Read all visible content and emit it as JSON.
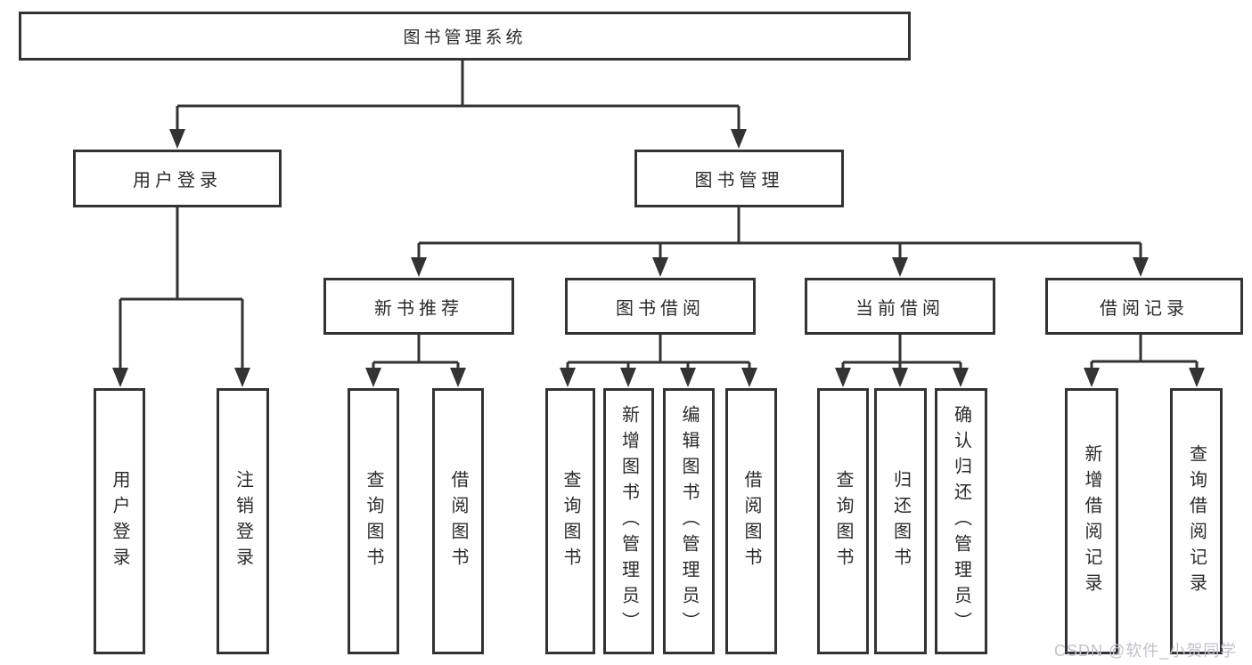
{
  "diagram": {
    "root": {
      "label": "图书管理系统"
    },
    "branches": [
      {
        "label": "用户登录",
        "children": [
          {
            "label": "用户登录"
          },
          {
            "label": "注销登录"
          }
        ]
      },
      {
        "label": "图书管理",
        "children": [
          {
            "label": "新书推荐",
            "children": [
              {
                "label": "查询图书"
              },
              {
                "label": "借阅图书"
              }
            ]
          },
          {
            "label": "图书借阅",
            "children": [
              {
                "label": "查询图书"
              },
              {
                "label": "新增图书（管理员）"
              },
              {
                "label": "编辑图书（管理员）"
              },
              {
                "label": "借阅图书"
              }
            ]
          },
          {
            "label": "当前借阅",
            "children": [
              {
                "label": "查询图书"
              },
              {
                "label": "归还图书"
              },
              {
                "label": "确认归还（管理员）"
              }
            ]
          },
          {
            "label": "借阅记录",
            "children": [
              {
                "label": "新增借阅记录"
              },
              {
                "label": "查询借阅记录"
              }
            ]
          }
        ]
      }
    ]
  },
  "watermark": {
    "text": "CSDN @软件_小贺同学"
  },
  "colors": {
    "line": "#333333",
    "text": "#2b2b2b",
    "box_background": "#ffffff",
    "watermark": "#c2c1ca"
  }
}
